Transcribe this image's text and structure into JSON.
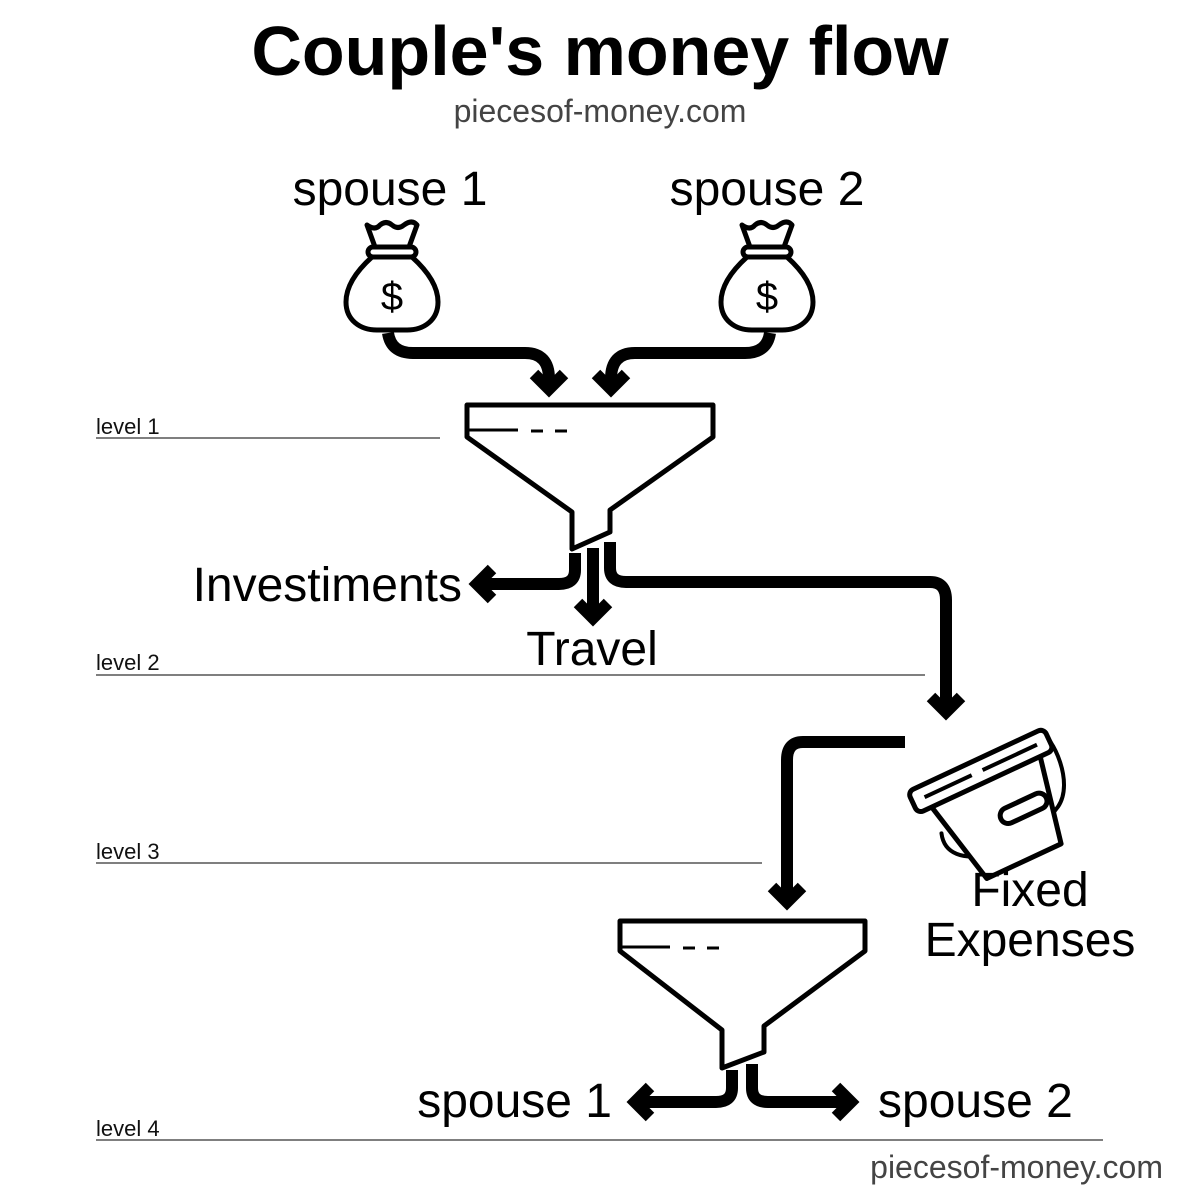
{
  "title": "Couple's money flow",
  "subtitle": "piecesof-money.com",
  "footer": "piecesof-money.com",
  "sources": [
    "spouse 1",
    "spouse 2"
  ],
  "levels": [
    "level 1",
    "level 2",
    "level 3",
    "level 4"
  ],
  "level2_outputs": {
    "investments": "Investiments",
    "travel": "Travel"
  },
  "bucket_label": {
    "line1": "Fixed",
    "line2": "Expenses"
  },
  "final_outputs": [
    "spouse 1",
    "spouse 2"
  ],
  "icons": {
    "bag": "money-bag-icon",
    "funnel": "funnel-icon",
    "bucket": "bucket-icon",
    "dollar": "$"
  }
}
